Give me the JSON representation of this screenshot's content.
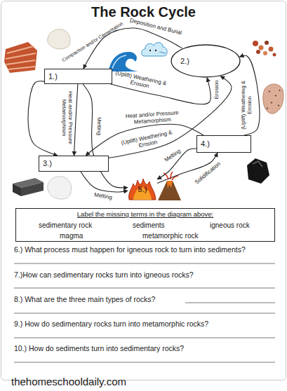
{
  "diagram": {
    "title": "The Rock Cycle",
    "nodes": [
      {
        "text": [
          "1.)"
        ]
      },
      {
        "text": [
          "2.)"
        ]
      },
      {
        "text": [
          "3.)"
        ]
      },
      {
        "text": [
          "4.)"
        ]
      },
      {
        "text": [
          "5.)"
        ]
      },
      {
        "text": [
          "Label the missing terms in the diagram above:",
          "sedimentary rock",
          "sediments",
          "igneous rock",
          "magma",
          "metamorphic rock"
        ]
      }
    ],
    "edges": [
      {
        "from": 1,
        "to": 0,
        "label": "Compaction and/or Cementation",
        "arrow": "to"
      },
      {
        "from": 0,
        "to": 1,
        "label": "(Uplift) Weathering & Erosion",
        "arrow": "to"
      },
      {
        "from": 0,
        "to": 2,
        "label": "Heat and/or Pressure Metamorphism",
        "arrow": "to"
      },
      {
        "from": 0,
        "to": 2,
        "arrow": "to"
      },
      {
        "from": 0,
        "to": 4,
        "label": "Melting",
        "arrow": "to"
      },
      {
        "from": 3,
        "to": 2,
        "label": "Heat and/or Pressure Metamorphism",
        "arrow": "to"
      },
      {
        "from": 2,
        "to": 1,
        "label": "(Uplift) Weathering & Erosion",
        "arrow": "to"
      },
      {
        "from": 3,
        "to": 4,
        "label": "Melting",
        "arrow": "to"
      },
      {
        "from": 2,
        "to": 4,
        "label": "Melting",
        "arrow": "to"
      },
      {
        "from": 4,
        "to": 3,
        "label": "Solidification",
        "arrow": "to"
      },
      {
        "from": 3,
        "to": 1,
        "label": "(Uplift) Weathering & Erosion",
        "arrow": "to"
      }
    ],
    "labels": [
      "Deposition and Burial",
      "Erosion",
      "6.) What process must happen for igneous rock to turn into sediments?",
      "7.)How can sedimentary rocks turn into igneous rocks?",
      "8.) What are the three main types of rocks?",
      "9.) How do sedimentary rocks turn into metamorphic rocks?",
      "10.) How do sediments turn into sedimentary rocks?",
      "thehomeschooldaily.com"
    ]
  }
}
